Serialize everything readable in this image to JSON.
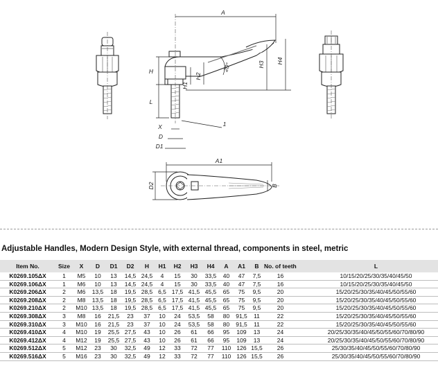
{
  "drawing": {
    "dim_labels": {
      "A": "A",
      "H": "H",
      "H1": "H1",
      "H2": "H2",
      "H3": "H3",
      "H4": "H4",
      "L": "L",
      "X": "X",
      "D": "D",
      "D1": "D1",
      "angle": "20°",
      "callout": "1",
      "A1": "A1",
      "D2": "D2",
      "B": "B"
    }
  },
  "title": "Adjustable Handles, Modern Design Style, with external thread, components in steel, metric",
  "table": {
    "headers": [
      "Item No.",
      "Size",
      "X",
      "D",
      "D1",
      "D2",
      "H",
      "H1",
      "H2",
      "H3",
      "H4",
      "A",
      "A1",
      "B",
      "No. of teeth",
      "L"
    ],
    "rows": [
      [
        "K0269.105ΔX",
        "1",
        "M5",
        "10",
        "13",
        "14,5",
        "24,5",
        "4",
        "15",
        "30",
        "33,5",
        "40",
        "47",
        "7,5",
        "16",
        "10/15/20/25/30/35/40/45/50"
      ],
      [
        "K0269.106ΔX",
        "1",
        "M6",
        "10",
        "13",
        "14,5",
        "24,5",
        "4",
        "15",
        "30",
        "33,5",
        "40",
        "47",
        "7,5",
        "16",
        "10/15/20/25/30/35/40/45/50"
      ],
      [
        "K0269.206ΔX",
        "2",
        "M6",
        "13,5",
        "18",
        "19,5",
        "28,5",
        "6,5",
        "17,5",
        "41,5",
        "45,5",
        "65",
        "75",
        "9,5",
        "20",
        "15/20/25/30/35/40/45/50/55/60"
      ],
      [
        "K0269.208ΔX",
        "2",
        "M8",
        "13,5",
        "18",
        "19,5",
        "28,5",
        "6,5",
        "17,5",
        "41,5",
        "45,5",
        "65",
        "75",
        "9,5",
        "20",
        "15/20/25/30/35/40/45/50/55/60"
      ],
      [
        "K0269.210ΔX",
        "2",
        "M10",
        "13,5",
        "18",
        "19,5",
        "28,5",
        "6,5",
        "17,5",
        "41,5",
        "45,5",
        "65",
        "75",
        "9,5",
        "20",
        "15/20/25/30/35/40/45/50/55/60"
      ],
      [
        "K0269.308ΔX",
        "3",
        "M8",
        "16",
        "21,5",
        "23",
        "37",
        "10",
        "24",
        "53,5",
        "58",
        "80",
        "91,5",
        "11",
        "22",
        "15/20/25/30/35/40/45/50/55/60"
      ],
      [
        "K0269.310ΔX",
        "3",
        "M10",
        "16",
        "21,5",
        "23",
        "37",
        "10",
        "24",
        "53,5",
        "58",
        "80",
        "91,5",
        "11",
        "22",
        "15/20/25/30/35/40/45/50/55/60"
      ],
      [
        "K0269.410ΔX",
        "4",
        "M10",
        "19",
        "25,5",
        "27,5",
        "43",
        "10",
        "26",
        "61",
        "66",
        "95",
        "109",
        "13",
        "24",
        "20/25/30/35/40/45/50/55/60/70/80/90"
      ],
      [
        "K0269.412ΔX",
        "4",
        "M12",
        "19",
        "25,5",
        "27,5",
        "43",
        "10",
        "26",
        "61",
        "66",
        "95",
        "109",
        "13",
        "24",
        "20/25/30/35/40/45/50/55/60/70/80/90"
      ],
      [
        "K0269.512ΔX",
        "5",
        "M12",
        "23",
        "30",
        "32,5",
        "49",
        "12",
        "33",
        "72",
        "77",
        "110",
        "126",
        "15,5",
        "26",
        "25/30/35/40/45/50/55/60/70/80/90"
      ],
      [
        "K0269.516ΔX",
        "5",
        "M16",
        "23",
        "30",
        "32,5",
        "49",
        "12",
        "33",
        "72",
        "77",
        "110",
        "126",
        "15,5",
        "26",
        "25/30/35/40/45/50/55/60/70/80/90"
      ]
    ]
  }
}
